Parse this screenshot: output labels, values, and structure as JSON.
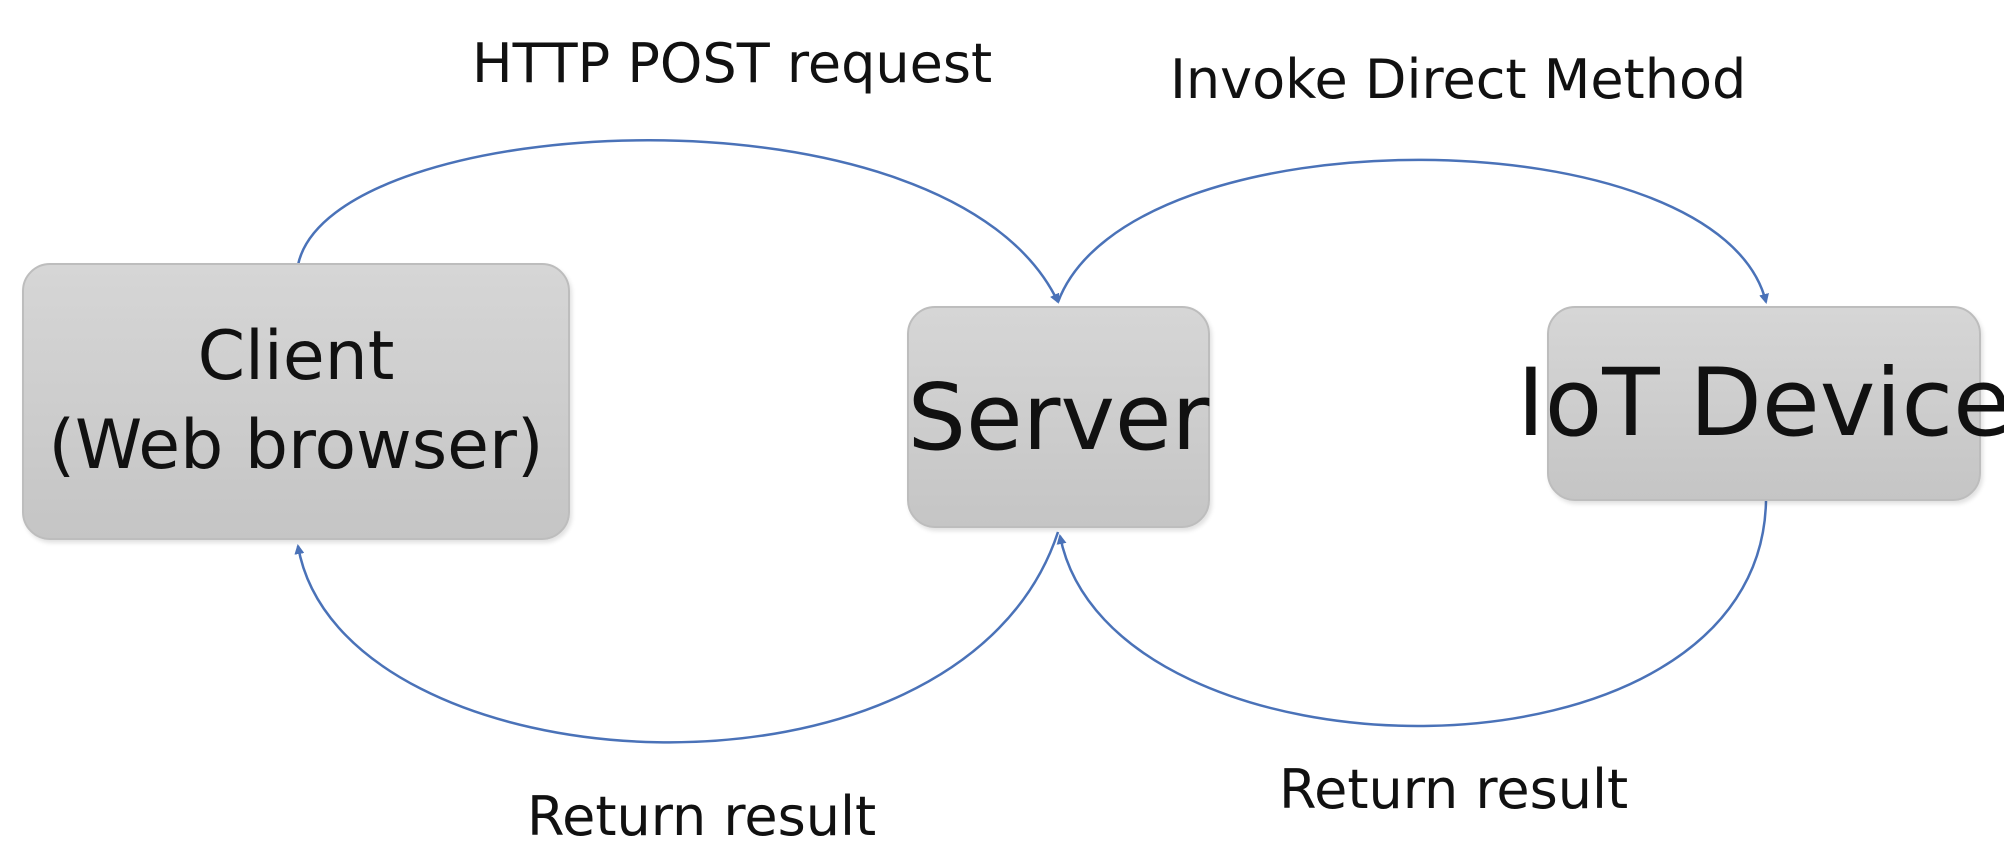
{
  "nodes": {
    "client": {
      "line1": "Client",
      "line2": "(Web browser)"
    },
    "server": {
      "label": "Server"
    },
    "iot": {
      "label": "IoT Device"
    }
  },
  "edges": {
    "http_post": {
      "label": "HTTP POST request",
      "from": "client",
      "to": "server"
    },
    "invoke": {
      "label": "Invoke Direct Method",
      "from": "server",
      "to": "iot"
    },
    "return_client": {
      "label": "Return result",
      "from": "server",
      "to": "client"
    },
    "return_server": {
      "label": "Return result",
      "from": "iot",
      "to": "server"
    }
  },
  "colors": {
    "arrow": "#4a72b8",
    "node_fill": "#cccccc"
  }
}
